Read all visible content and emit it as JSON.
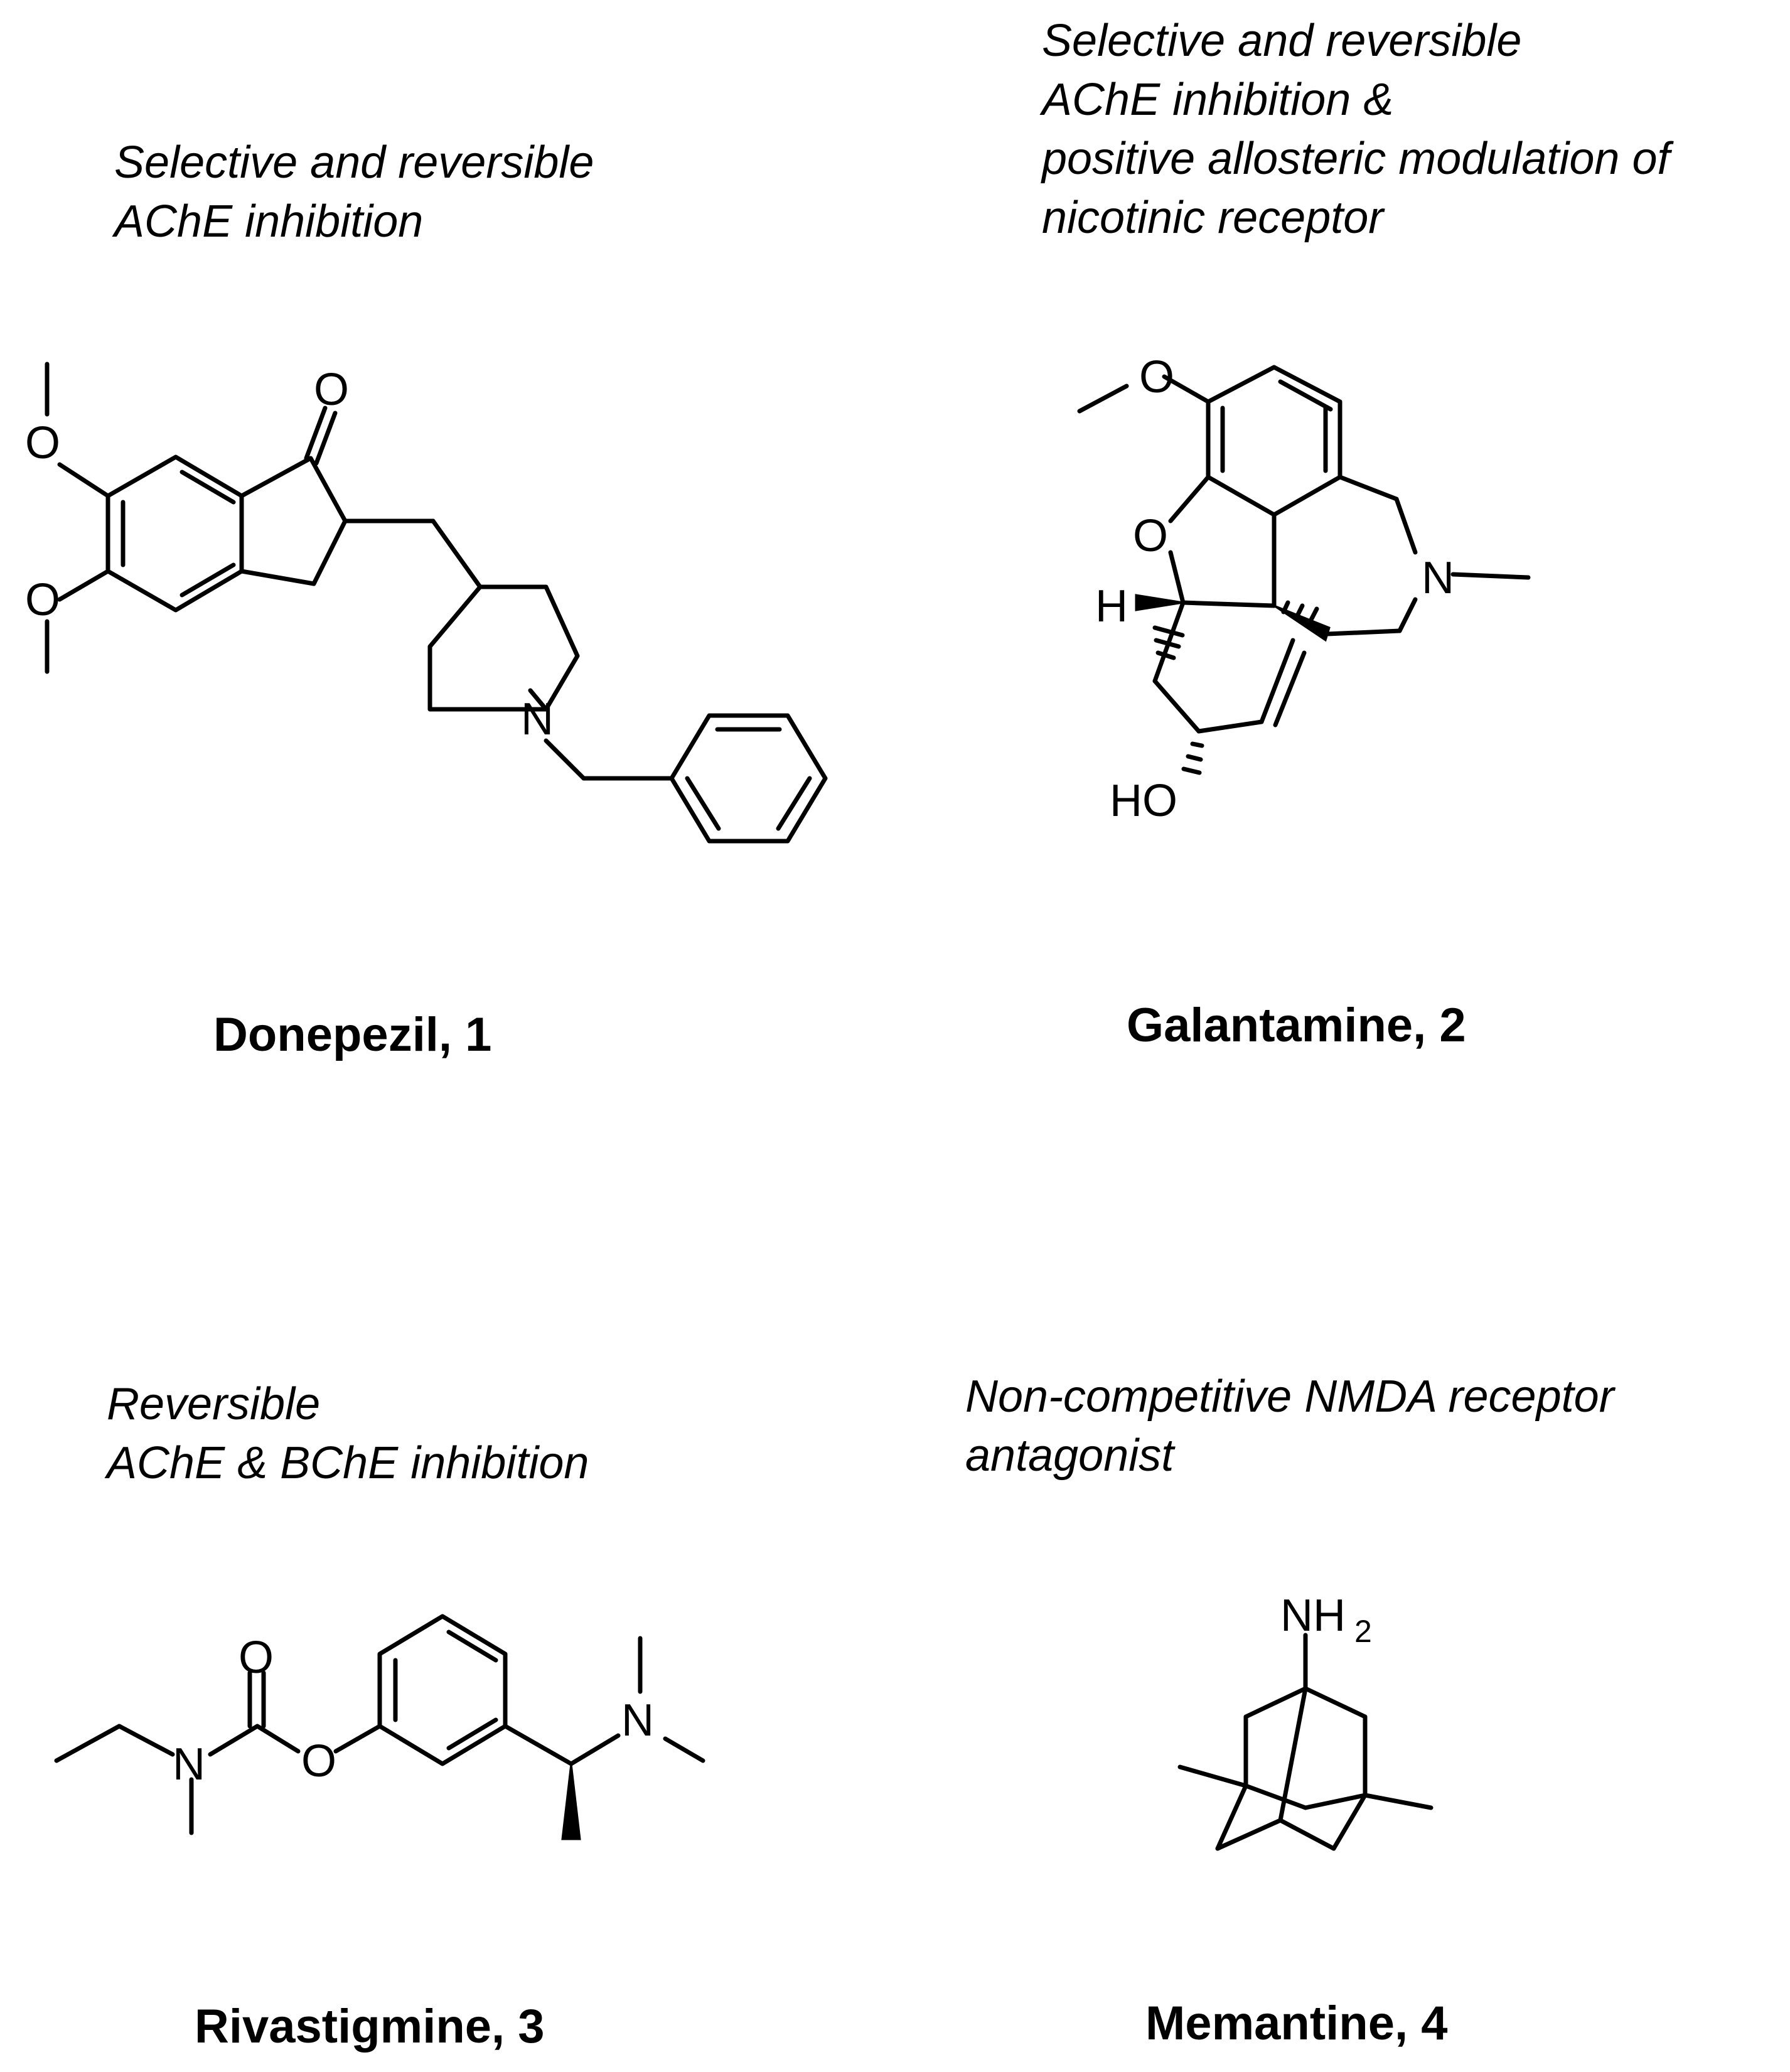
{
  "compounds": [
    {
      "description_lines": [
        "Selective and reversible",
        "AChE inhibition"
      ],
      "label": "Donepezil, 1",
      "atom_labels": {
        "o1": "O",
        "o2": "O",
        "o3": "O",
        "n": "N"
      }
    },
    {
      "description_lines": [
        "Selective and reversible",
        "AChE inhibition &",
        "positive allosteric modulation of",
        "nicotinic receptor"
      ],
      "label": "Galantamine, 2",
      "atom_labels": {
        "o_me": "O",
        "o_ring": "O",
        "n": "N",
        "h": "H",
        "ho": "HO"
      }
    },
    {
      "description_lines": [
        "Reversible",
        "AChE & BChE inhibition"
      ],
      "label": "Rivastigmine, 3",
      "atom_labels": {
        "o_carbonyl": "O",
        "o_ester": "O",
        "n_carbamate": "N",
        "n_amine": "N"
      }
    },
    {
      "description_lines": [
        "Non-competitive NMDA receptor",
        "antagonist"
      ],
      "label": "Memantine, 4",
      "atom_labels": {
        "nh": "NH",
        "sub": "2"
      }
    }
  ]
}
